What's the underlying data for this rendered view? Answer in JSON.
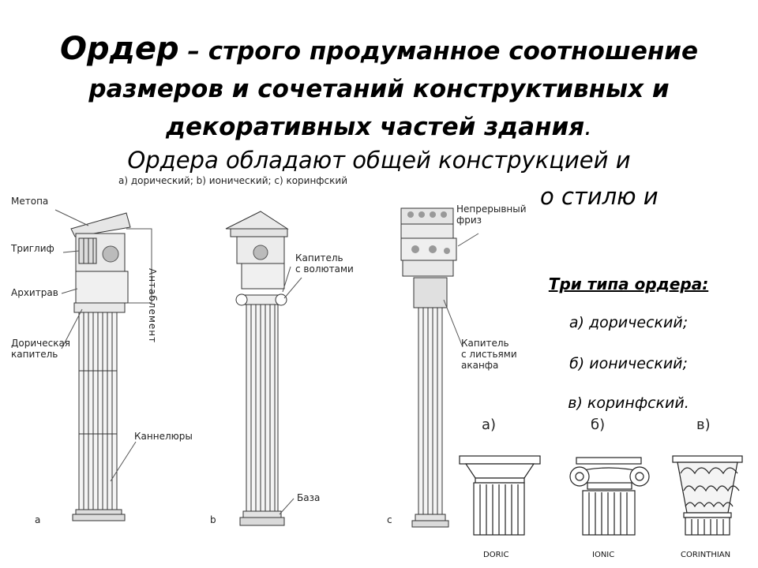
{
  "title": {
    "term": "Ордер",
    "line1_rest": " – строго продуманное соотношение",
    "line2": "размеров и сочетаний конструктивных и",
    "line3": "декоративных частей здания",
    "line3_end": "."
  },
  "subtitle": {
    "line1": "Ордера обладают общей конструкцией и",
    "line2_fragment": "о стилю и"
  },
  "figure_caption": "а) дорический; b) ионический; с) коринфский",
  "labels": {
    "metopa": "Метопа",
    "triglif": "Триглиф",
    "arhitrav": "Архитрав",
    "doric_cap_1": "Дорическая",
    "doric_cap_2": "капитель",
    "kannelyury": "Каннелюры",
    "antablement": "Антаблемент",
    "ionic_cap_1": "Капитель",
    "ionic_cap_2": "с волютами",
    "baza": "База",
    "frieze_1": "Непрерывный",
    "frieze_2": "фриз",
    "corinth_cap_1": "Капитель",
    "corinth_cap_2": "с листьями",
    "corinth_cap_3": "аканфа",
    "mark_a": "a",
    "mark_b": "b",
    "mark_c": "c"
  },
  "types": {
    "heading": "Три типа ордера:",
    "items": [
      "а) дорический;",
      "б) ионический;",
      "в) коринфский."
    ]
  },
  "mini": {
    "letters": [
      "а)",
      "б)",
      "в)"
    ],
    "names": [
      "DORIC",
      "IONIC",
      "CORINTHIAN"
    ]
  }
}
